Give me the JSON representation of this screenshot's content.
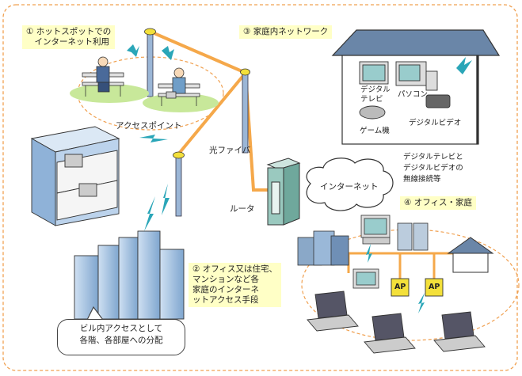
{
  "labels": {
    "label1": "① ホットスポットでの\n　インターネット利用",
    "label2": "② オフィス又は住宅、\nマンションなど各\n家庭のインターネ\nットアクセス手段",
    "label3": "③ 家庭内ネットワーク",
    "label4": "④ オフィス・家庭",
    "access_point": "アクセスポイント",
    "optical_fiber": "光ファイバ",
    "router": "ルータ",
    "internet": "インターネット",
    "digital_tv": "デジタル\nテレビ",
    "pc": "パソコン",
    "game": "ゲーム機",
    "digital_video": "デジタルビデオ",
    "wireless_note": "デジタルテレビと\nデジタルビデオの\n無線接続等",
    "building_note": "ビル内アクセスとして\n各階、各部屋への分配",
    "ap1": "AP",
    "ap2": "AP"
  },
  "colors": {
    "fiber": "#f5a84a",
    "lan": "#f5a84a",
    "wireless": "#2aa6b8",
    "frame": "#f0a050",
    "tag_bg": "#ffffc6",
    "grass": "#c8e89a"
  }
}
